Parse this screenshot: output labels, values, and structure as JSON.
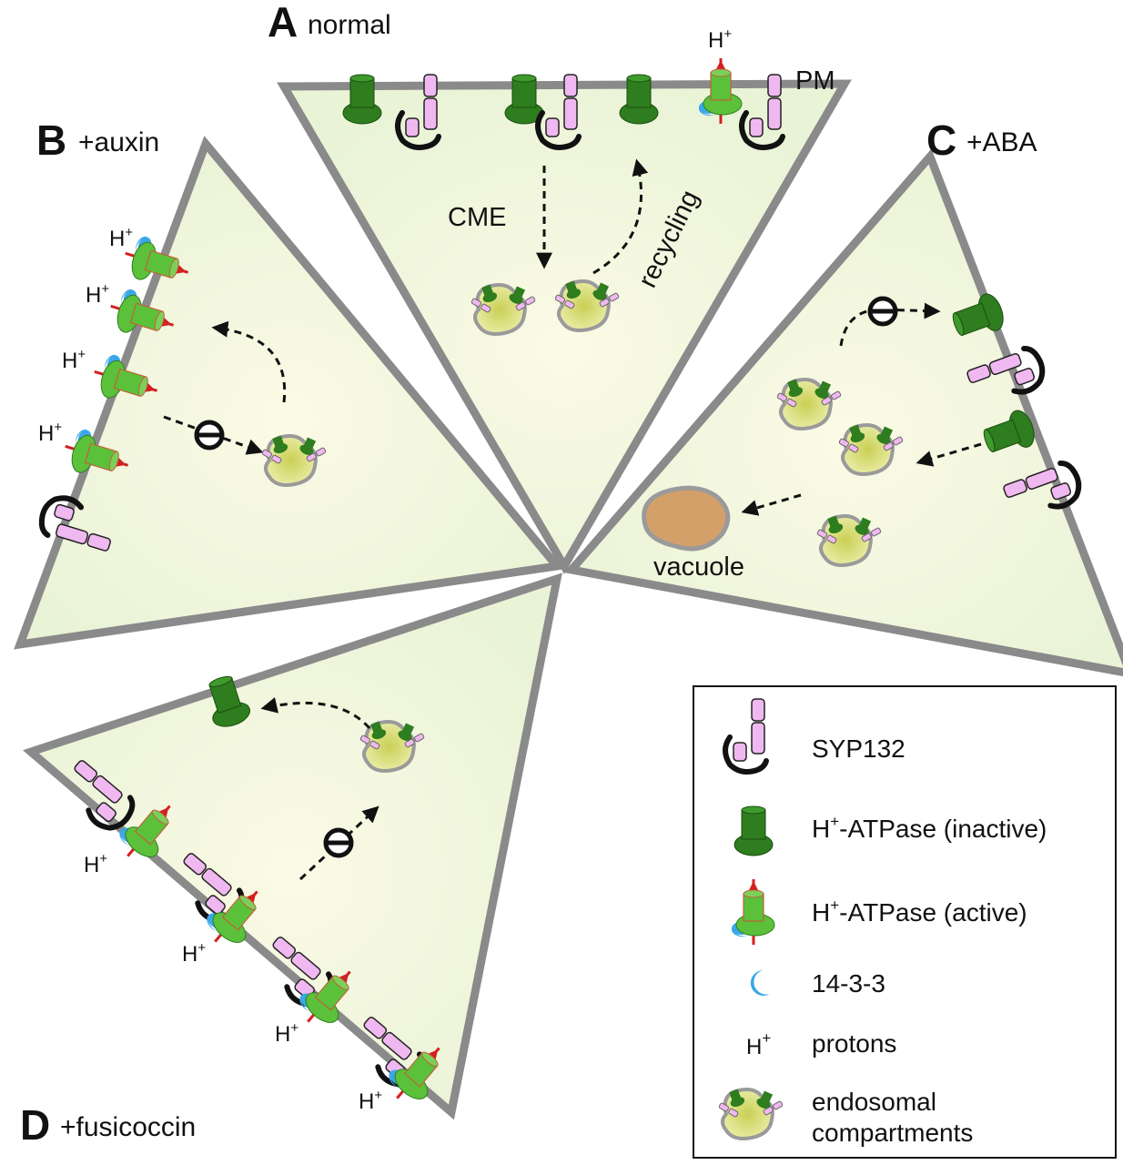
{
  "panels": {
    "A": {
      "letter": "A",
      "condition": "normal"
    },
    "B": {
      "letter": "B",
      "condition": "+auxin"
    },
    "C": {
      "letter": "C",
      "condition": "+ABA"
    },
    "D": {
      "letter": "D",
      "condition": "+fusicoccin"
    }
  },
  "labels": {
    "pm": "PM",
    "cme": "CME",
    "recycling": "recycling",
    "vacuole": "vacuole",
    "proton": "H",
    "proton_sup": "+"
  },
  "legend": {
    "items": [
      {
        "icon": "syp132-icon",
        "label": "SYP132"
      },
      {
        "icon": "atpase-inactive-icon",
        "label_sup": "+",
        "label_pre": "H",
        "label": "-ATPase (inactive)"
      },
      {
        "icon": "atpase-active-icon",
        "label_sup": "+",
        "label_pre": "H",
        "label": "-ATPase (active)"
      },
      {
        "icon": "protein-14-3-3-icon",
        "label": "14-3-3"
      },
      {
        "icon": "proton-icon",
        "label_pre": "H",
        "label_sup": "+",
        "label": "protons"
      },
      {
        "icon": "endosome-icon",
        "label": "endosomal",
        "label2": "compartments"
      }
    ]
  },
  "colors": {
    "membrane": "#8a8a8a",
    "cytoplasm": "#eef5dc",
    "atpase_dark": "#2e7d1e",
    "atpase_light": "#5cc13a",
    "syp132": "#f0b8f0",
    "protein_14_3_3": "#3aa8e8",
    "endosome": "#dfe08a",
    "vacuole": "#d4a06a",
    "proton_arrow": "#d42020"
  }
}
